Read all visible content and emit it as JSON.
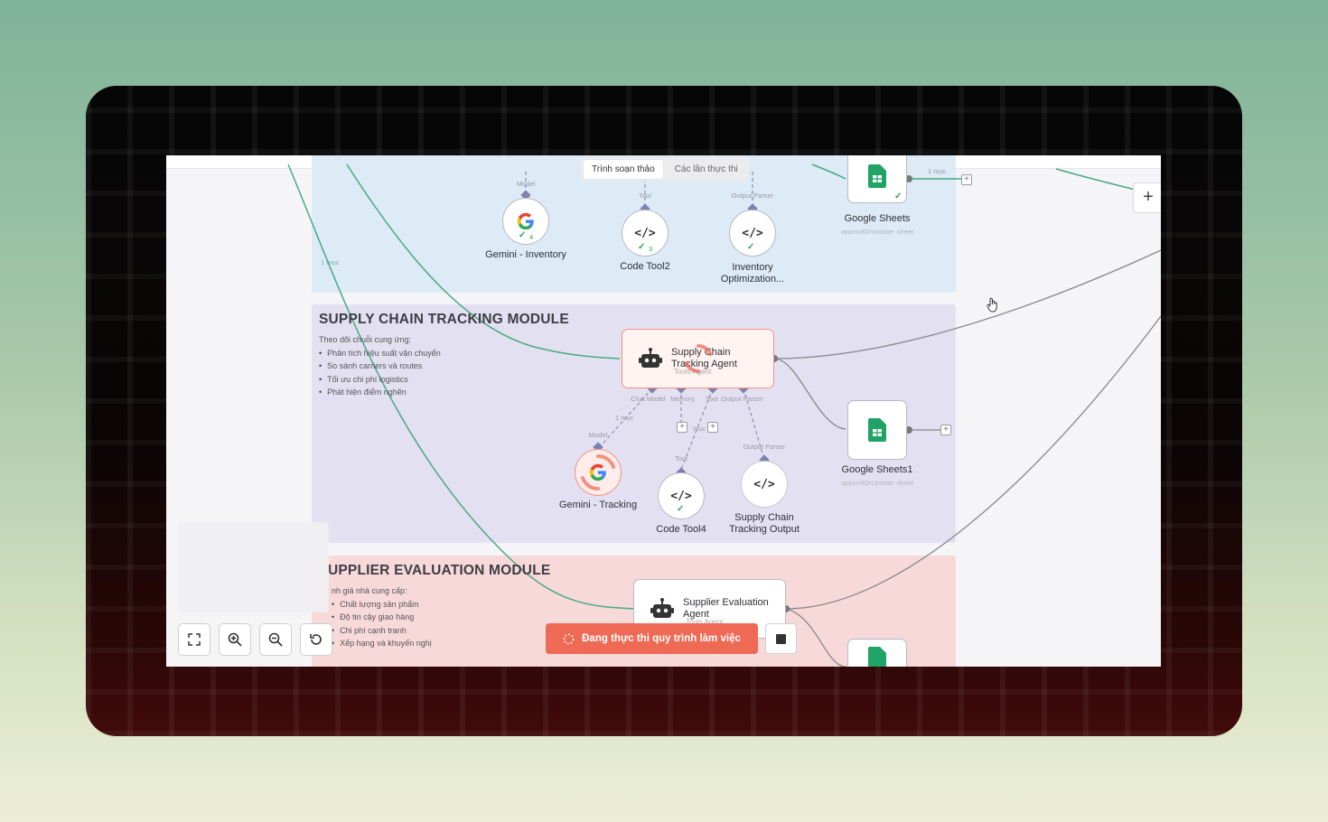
{
  "tabs": [
    {
      "label": "Trình soạn thảo",
      "active": true
    },
    {
      "label": "Các lần thực thi",
      "active": false
    }
  ],
  "modules": {
    "inventory": {
      "nodes": {
        "gemini": {
          "name": "Gemini - Inventory",
          "port": "Model",
          "badge": "4"
        },
        "code_tool": {
          "name": "Code Tool2",
          "port": "Tool",
          "badge": "3"
        },
        "parser": {
          "name_line1": "Inventory",
          "name_line2": "Optimization...",
          "port": "Output Parser"
        },
        "sheets": {
          "name": "Google Sheets",
          "sub": "appendOrUpdate: sheet",
          "count": "1 mục"
        }
      },
      "edge_label": "1 mục"
    },
    "tracking": {
      "title": "SUPPLY CHAIN TRACKING MODULE",
      "description": "Theo dõi chuỗi cung ứng:",
      "bullets": [
        "Phân tích hiệu suất vận chuyển",
        "So sánh carriers và routes",
        "Tối ưu chi phí logistics",
        "Phát hiện điểm nghẽn"
      ],
      "agent": {
        "line1": "Supply Chain",
        "line2": "Tracking Agent",
        "sub": "Tools Agent"
      },
      "ports": [
        "Chat Model",
        "Memory",
        "Tool",
        "Output Parser"
      ],
      "edge_label": "1 mục",
      "edge_label2": "mục",
      "gemini": {
        "name": "Gemini - Tracking",
        "port": "Model"
      },
      "code_tool": {
        "name": "Code Tool4",
        "port": "Tool"
      },
      "parser": {
        "line1": "Supply Chain",
        "line2": "Tracking Output",
        "port": "Output Parser"
      },
      "sheets": {
        "name": "Google Sheets1",
        "sub": "appendOrUpdate: sheet"
      }
    },
    "supplier": {
      "title": "UPPLIER EVALUATION MODULE",
      "description": "nh giá nhà cung cấp:",
      "bullets": [
        "Chất lượng sản phẩm",
        "Độ tin cậy giao hàng",
        "Chi phí cạnh tranh",
        "Xếp hạng và khuyến nghị"
      ],
      "agent": {
        "line1": "Supplier Evaluation",
        "line2": "Agent",
        "sub": "Tools Agent"
      }
    }
  },
  "toolbar": {
    "fit_icon": "fit-view-icon",
    "zoom_in_icon": "zoom-in-icon",
    "zoom_out_icon": "zoom-out-icon",
    "reset_icon": "reset-zoom-icon"
  },
  "execute_button": "Đang thực thi quy trình làm việc",
  "colors": {
    "accent": "#ee6a55",
    "edge": "#4aa882",
    "sheets": "#21a366",
    "gemini_blue": "#4285f4"
  }
}
